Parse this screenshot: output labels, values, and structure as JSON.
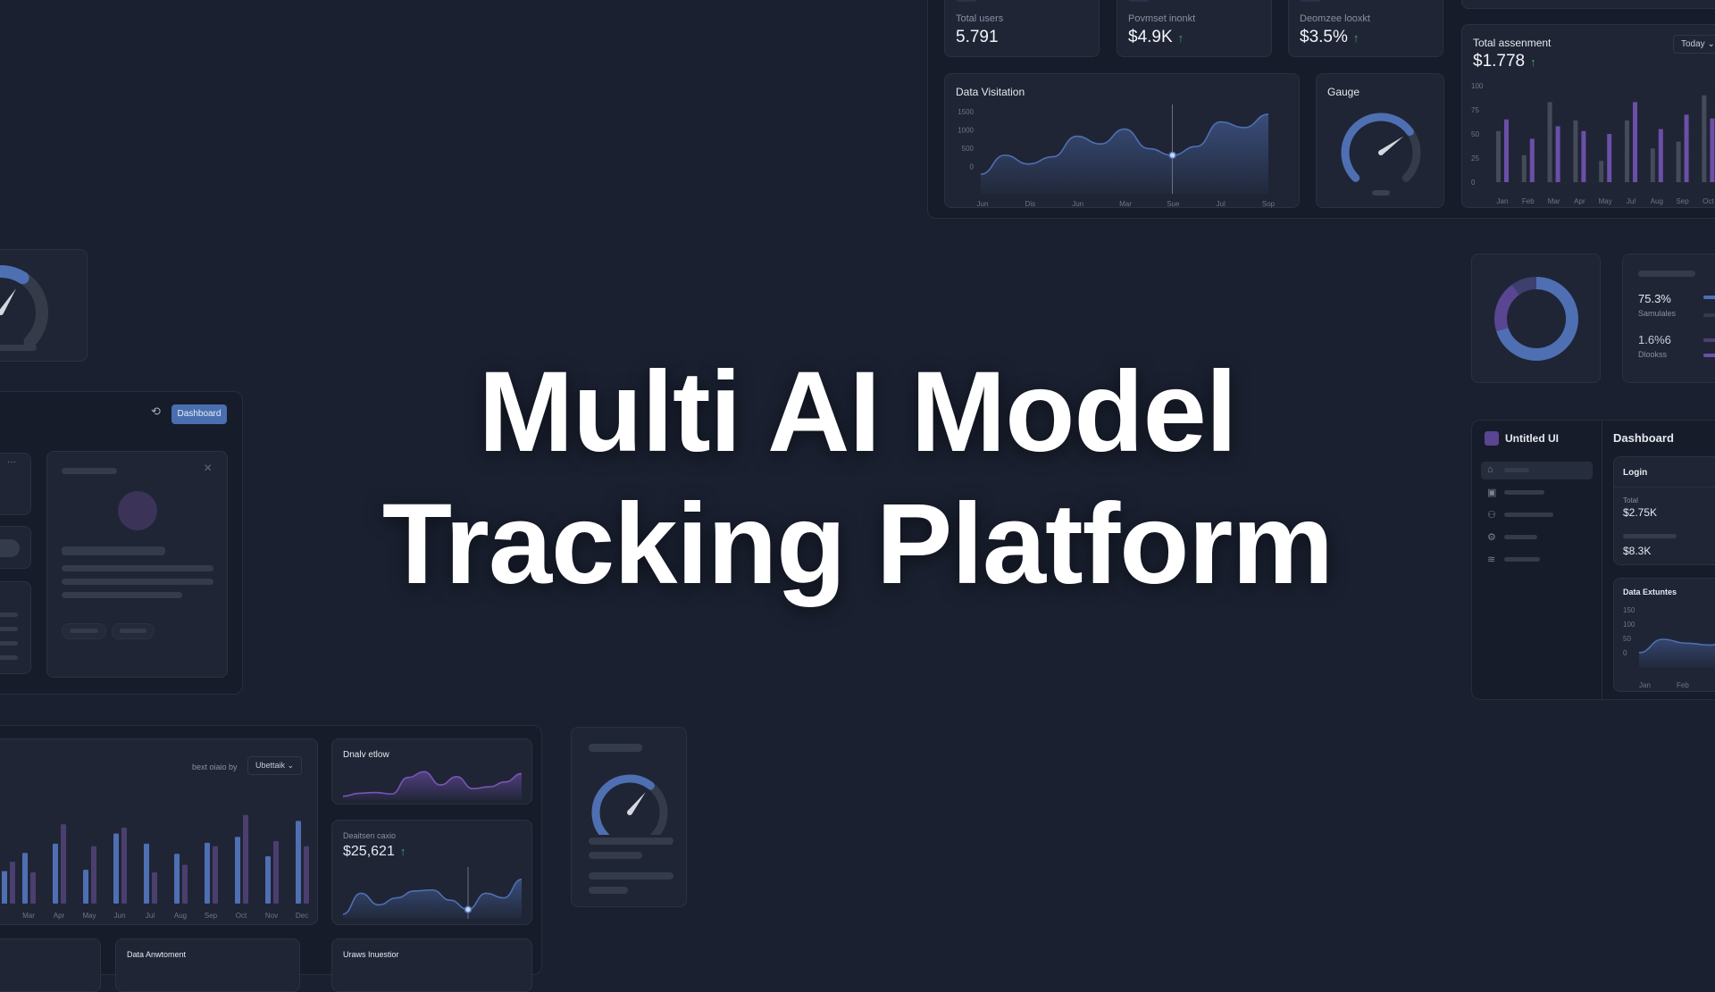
{
  "hero": {
    "line1": "Multi AI Model",
    "line2": "Tracking Platform"
  },
  "colors": {
    "background": "#1a2030",
    "blue": "#4f6fb3",
    "purple": "#6b4fa8",
    "gray": "#454b59",
    "green": "#3fa36b"
  },
  "stats": [
    {
      "label": "Total users",
      "value": "5.791",
      "trend": ""
    },
    {
      "label": "Povmset inonkt",
      "value": "$4.9K",
      "trend": "↑"
    },
    {
      "label": "Deomzee looxkt",
      "value": "$3.5%",
      "trend": "↑"
    }
  ],
  "visitation": {
    "title": "Data Visitation",
    "y_ticks": [
      "1500",
      "1000",
      "500",
      "0"
    ],
    "x_ticks": [
      "Jun",
      "Dis",
      "Jun",
      "Mar",
      "Sue",
      "Jul",
      "Sop"
    ],
    "values": [
      380,
      750,
      580,
      720,
      1120,
      970,
      1260,
      880,
      750,
      920,
      1400,
      1290,
      1550
    ],
    "ymax": 1600,
    "highlight_index": 8
  },
  "gauge": {
    "title": "Gauge",
    "level": 0.7
  },
  "assignment": {
    "title": "Total assenment",
    "value": "$1.778",
    "trend": "↑",
    "filter": "Today",
    "y_ticks": [
      "100",
      "75",
      "50",
      "25",
      "0"
    ],
    "months": [
      "Jan",
      "Feb",
      "Mar",
      "Apr",
      "May",
      "Jul",
      "Aug",
      "Sep",
      "Oct"
    ],
    "series_gray": [
      53,
      28,
      83,
      64,
      22,
      64,
      35,
      42,
      90
    ],
    "series_purple": [
      65,
      45,
      58,
      53,
      50,
      83,
      55,
      70,
      66
    ],
    "ymax": 100
  },
  "donut": {
    "slices": [
      {
        "value": 70,
        "color": "#4f6fb3"
      },
      {
        "value": 20,
        "color": "#5a4592"
      },
      {
        "value": 10,
        "color": "#3d3f6e"
      }
    ]
  },
  "kpis": [
    {
      "value": "75.3%",
      "label": "Samulales"
    },
    {
      "value": "1.6%6",
      "label": "Dlookss"
    }
  ],
  "app": {
    "brand": "Untitled UI",
    "page_title": "Dashboard",
    "login": {
      "title": "Login",
      "total_label": "Total",
      "total_value": "$2.75K",
      "second_value": "$8.3K"
    },
    "estimates": {
      "title": "Data Extuntes",
      "y_ticks": [
        "150",
        "100",
        "50",
        "0"
      ],
      "x_ticks": [
        "Jan",
        "Feb"
      ],
      "values": [
        40,
        75,
        65,
        60,
        70,
        95
      ],
      "ymax": 150
    },
    "nav_icons": [
      "home-icon",
      "layout-icon",
      "users-icon",
      "settings-icon",
      "layers-icon"
    ]
  },
  "left_panel": {
    "button": "Dashboard",
    "more": "···",
    "close": "×"
  },
  "bars": {
    "sort_label": "bext oiaio by",
    "sort_value": "Ubettaik",
    "months": [
      "Mar",
      "Apr",
      "May",
      "Jun",
      "Jul",
      "Aug",
      "Sep",
      "Oct",
      "Nov",
      "Dec"
    ],
    "series_blue": [
      60,
      71,
      40,
      83,
      71,
      59,
      72,
      79,
      56,
      98
    ],
    "series_purple": [
      37,
      94,
      68,
      90,
      37,
      46,
      68,
      105,
      74,
      68
    ],
    "ymax": 110
  },
  "flow": {
    "title": "Dnalv etlow",
    "values": [
      10,
      18,
      20,
      16,
      60,
      75,
      40,
      62,
      30,
      35,
      48,
      70
    ],
    "ymax": 90
  },
  "balance": {
    "label": "Deaitsen caxio",
    "value": "$25,621",
    "trend": "↑",
    "values": [
      10,
      55,
      30,
      45,
      60,
      62,
      40,
      20,
      55,
      45,
      85
    ],
    "ymax": 100,
    "highlight_index": 7
  },
  "bottom_cards": [
    "Data Anwtoment",
    "Uraws Inuestior"
  ]
}
